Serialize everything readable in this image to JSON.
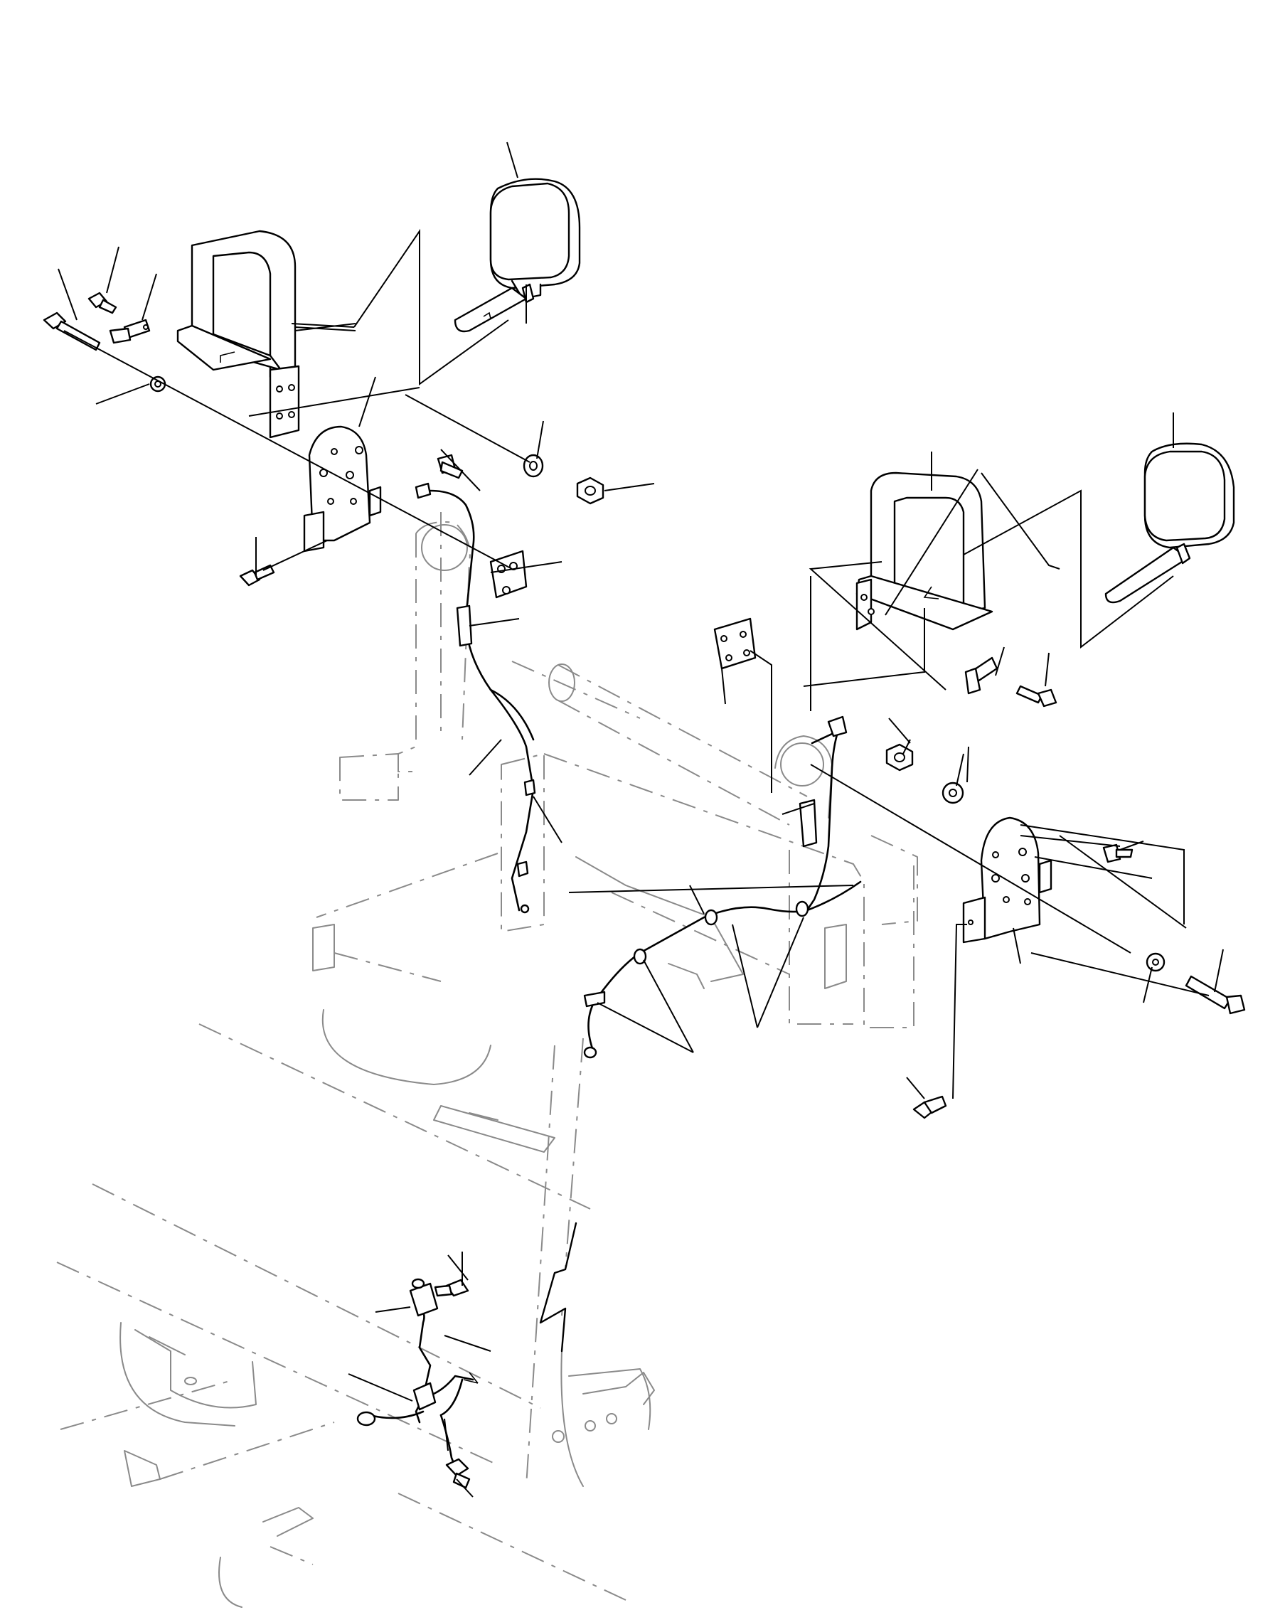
{
  "diagram": {
    "type": "exploded-parts-view",
    "colors": {
      "parts": "#000000",
      "machine_frame": "#8a8a8a",
      "background": "#ffffff"
    },
    "groups": [
      "left-work-lamp-assembly",
      "right-work-lamp-assembly",
      "boom-wiring-harness",
      "lower-harness-and-relay",
      "machine-frame-outline"
    ]
  }
}
